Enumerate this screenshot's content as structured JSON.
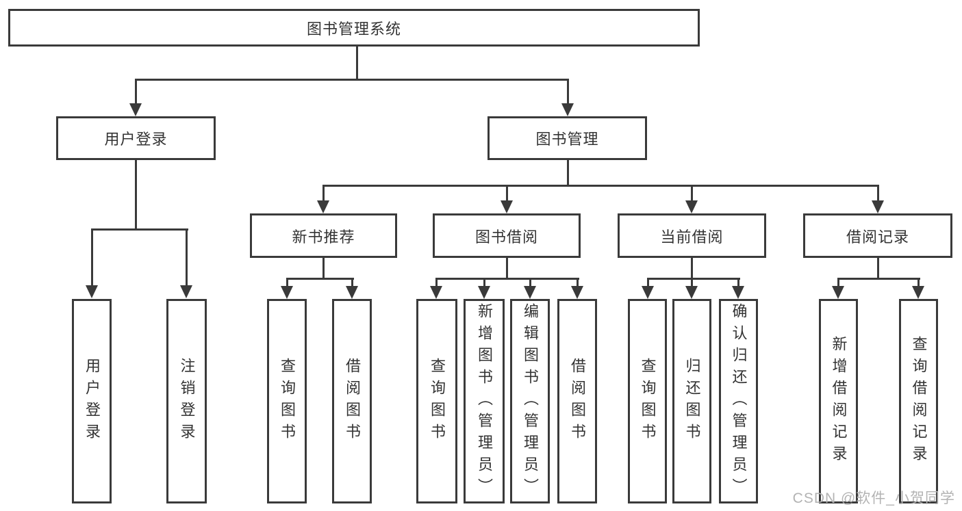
{
  "diagram": {
    "tree": {
      "label": "图书管理系统",
      "children": [
        {
          "label": "用户登录",
          "children": [
            {
              "label": "用户登录"
            },
            {
              "label": "注销登录"
            }
          ]
        },
        {
          "label": "图书管理",
          "children": [
            {
              "label": "新书推荐",
              "children": [
                {
                  "label": "查询图书"
                },
                {
                  "label": "借阅图书"
                }
              ]
            },
            {
              "label": "图书借阅",
              "children": [
                {
                  "label": "查询图书"
                },
                {
                  "label": "新增图书（管理员）"
                },
                {
                  "label": "编辑图书（管理员）"
                },
                {
                  "label": "借阅图书"
                }
              ]
            },
            {
              "label": "当前借阅",
              "children": [
                {
                  "label": "查询图书"
                },
                {
                  "label": "归还图书"
                },
                {
                  "label": "确认归还（管理员）"
                }
              ]
            },
            {
              "label": "借阅记录",
              "children": [
                {
                  "label": "新增借阅记录"
                },
                {
                  "label": "查询借阅记录"
                }
              ]
            }
          ]
        }
      ]
    },
    "watermark": "CSDN @软件_小贺同学",
    "colors": {
      "line": "#3a3a3a",
      "text": "#333333",
      "watermark": "#b3b3b3",
      "background": "#ffffff"
    }
  }
}
